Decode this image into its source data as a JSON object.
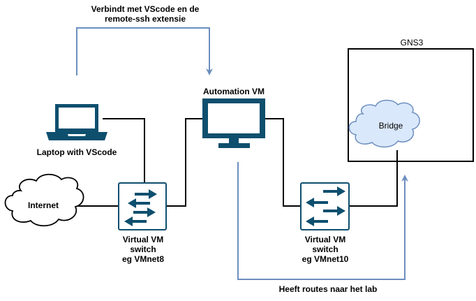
{
  "top_arrow_label": [
    "Verbindt met VScode en de",
    "remote-ssh extensie"
  ],
  "bottom_arrow_label": "Heeft routes naar het lab",
  "nodes": {
    "laptop": {
      "label": "Laptop with VScode",
      "icon": "laptop-icon"
    },
    "automation_vm": {
      "label": "Automation VM",
      "icon": "monitor-icon"
    },
    "internet": {
      "label": "Internet",
      "icon": "cloud-icon"
    },
    "switch_a": {
      "label": [
        "Virtual VM",
        "switch",
        "eg VMnet8"
      ],
      "icon": "switch-icon"
    },
    "switch_b": {
      "label": [
        "Virtual VM",
        "switch",
        "eg VMnet10"
      ],
      "icon": "switch-icon"
    },
    "gns3": {
      "label": "GNS3"
    },
    "bridge": {
      "label": "Bridge",
      "icon": "cloud-icon"
    }
  },
  "colors": {
    "device": "#0e4f6e",
    "switch_fill": "#ffffff",
    "arrow": "#6c8ebf",
    "bridge_fill": "#dae8fc",
    "line": "#000000"
  }
}
